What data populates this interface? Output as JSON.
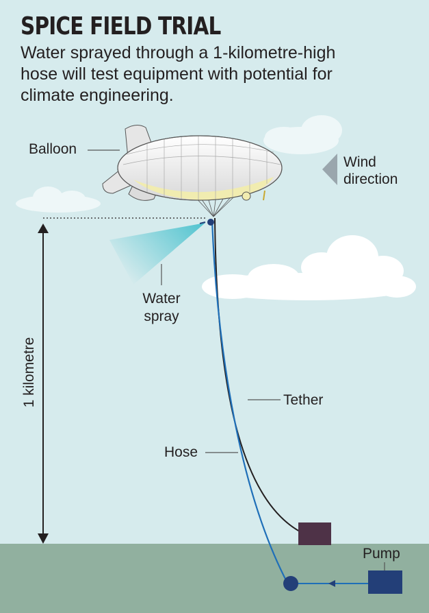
{
  "title": "SPICE FIELD TRIAL",
  "subtitle": "Water sprayed through a 1-kilometre-high hose will test equipment with potential for climate engineering.",
  "labels": {
    "balloon": "Balloon",
    "wind_line1": "Wind",
    "wind_line2": "direction",
    "spray_line1": "Water",
    "spray_line2": "spray",
    "height": "1 kilometre",
    "tether": "Tether",
    "hose": "Hose",
    "pump": "Pump"
  },
  "colors": {
    "sky": "#d6ebed",
    "ground": "#91b09f",
    "hose": "#1f6fb8",
    "tether": "#231f20",
    "pump": "#233f78",
    "winch": "#4e3247",
    "spray": "#4fc3cf",
    "arrow": "#9aa6ad"
  },
  "icons": {
    "wind": "triangle-left-icon",
    "balloon": "airship-icon"
  }
}
